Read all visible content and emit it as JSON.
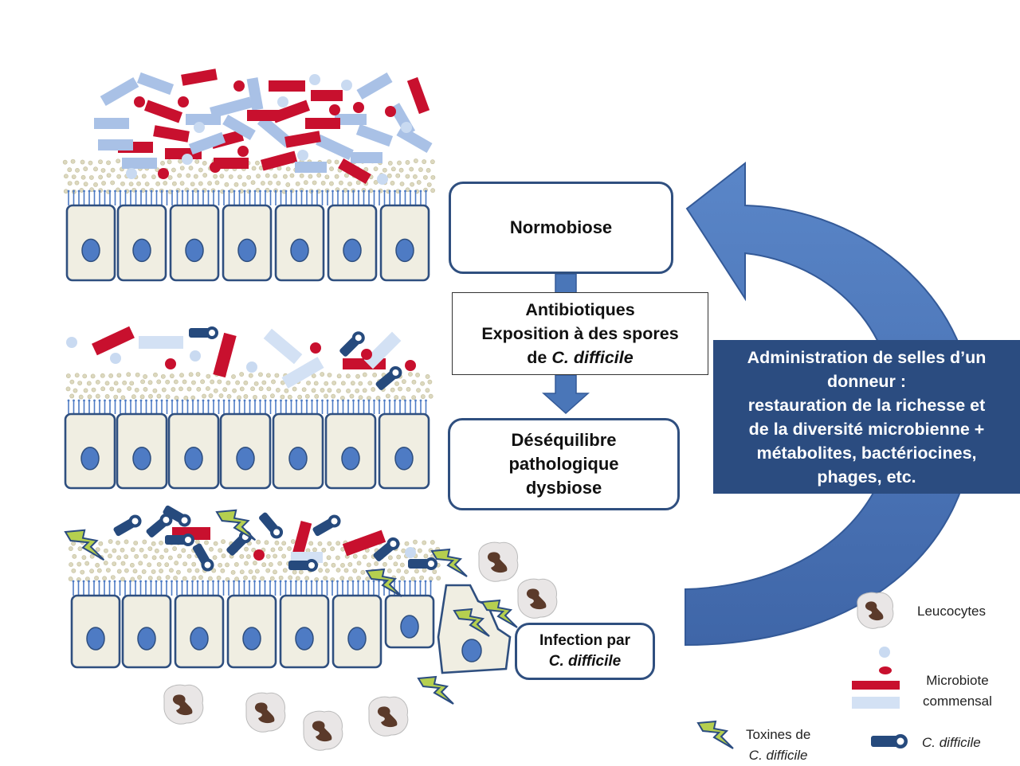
{
  "boxes": {
    "normobiose": "Normobiose",
    "antibiotics_line1": "Antibiotiques",
    "antibiotics_line2": "Exposition à des spores",
    "antibiotics_line3_prefix": "de ",
    "antibiotics_line3_italic": "C. difficile",
    "dysbiosis_line1": "Déséquilibre",
    "dysbiosis_line2": "pathologique",
    "dysbiosis_line3": "dysbiose",
    "infection_line1": "Infection par",
    "infection_line2": "C. difficile"
  },
  "fmt_box": {
    "line1": "Administration de selles d’un",
    "line2": "donneur :",
    "line3": "restauration de la richesse et",
    "line4": "de la diversité microbienne +",
    "line5": "métabolites, bactériocines,",
    "line6": "phages, etc."
  },
  "legend": {
    "leucocytes": "Leucocytes",
    "microbiote_line1": "Microbiote",
    "microbiote_line2": "commensal",
    "toxines_line1": "Toxines de",
    "toxines_line2": "C. difficile",
    "cdifficile": "C. difficile"
  },
  "colors": {
    "cell_fill": "#f0eee2",
    "cell_border": "#2f4f7f",
    "nucleus": "#4e7bc4",
    "commensal_red": "#c8102e",
    "commensal_light": "#a9c1e6",
    "cdiff_blue": "#264a7d",
    "toxin_green": "#a6c244",
    "arrow_blue": "#4a76b8",
    "fmt_box": "#2b4c80"
  }
}
